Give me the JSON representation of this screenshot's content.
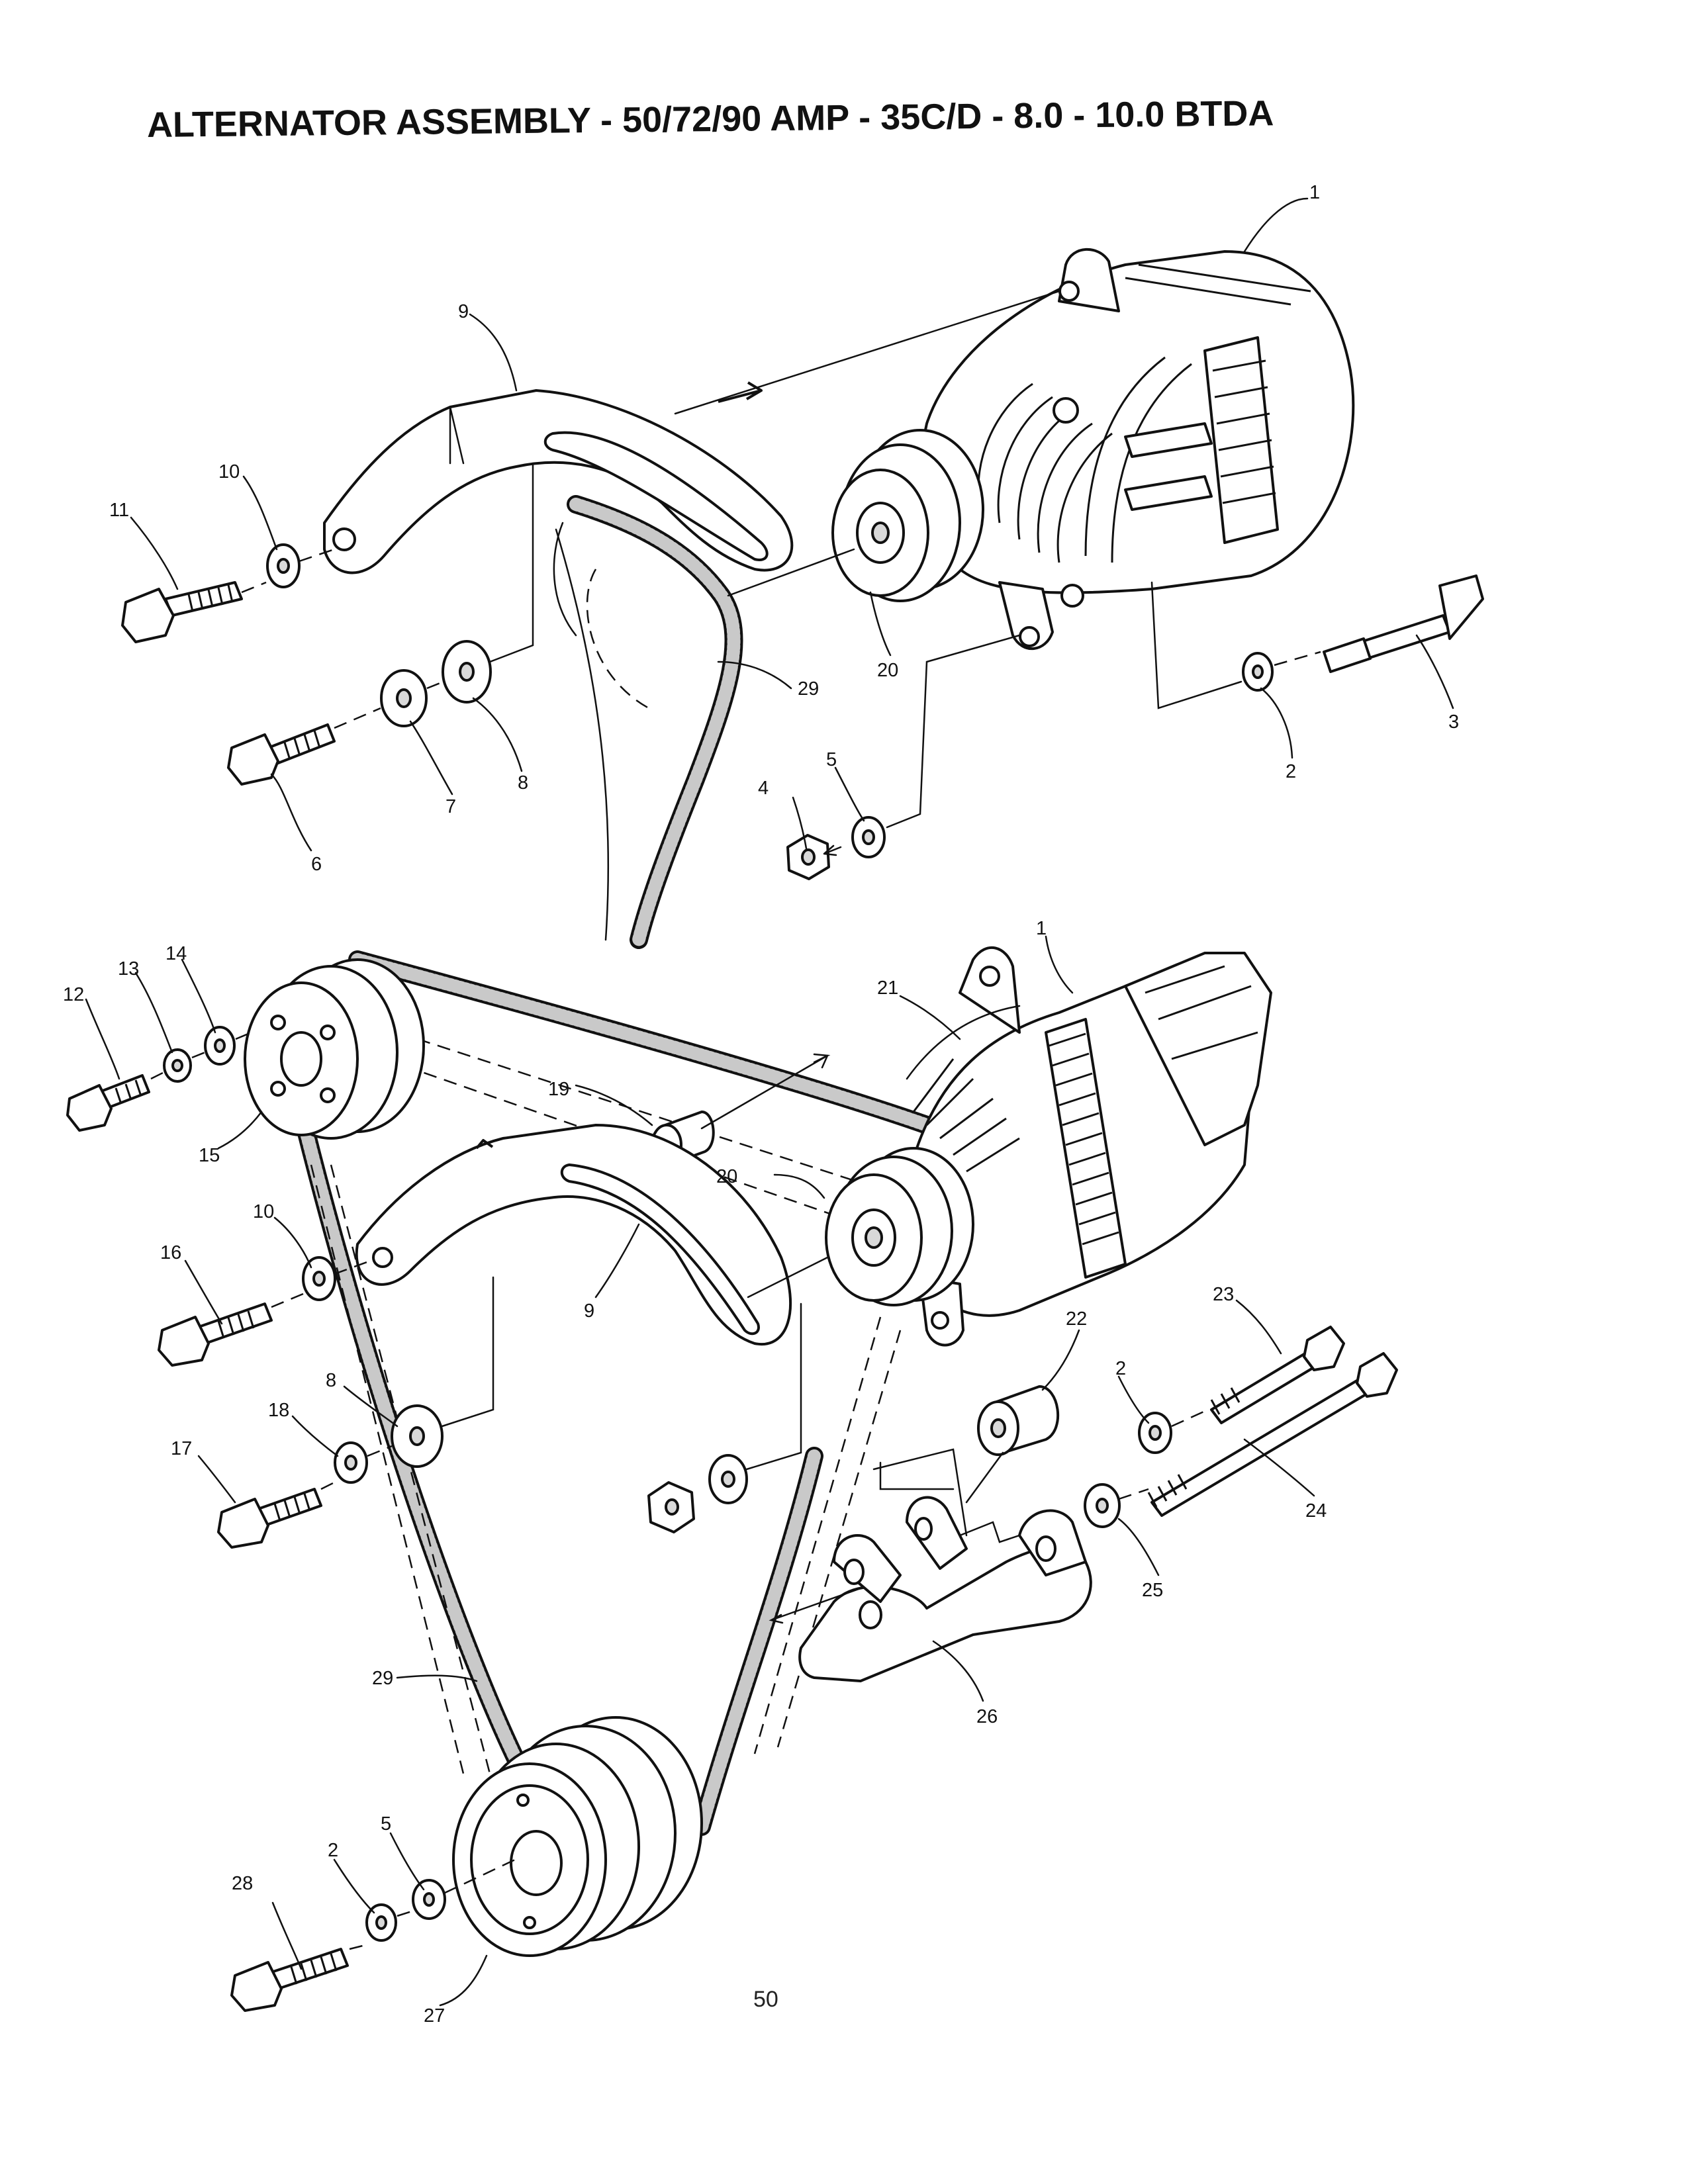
{
  "title": "ALTERNATOR ASSEMBLY - 50/72/90 AMP - 35C/D - 8.0 - 10.0 BTDA",
  "page_number": "50",
  "callouts": [
    {
      "id": "top-alternator",
      "text": "1"
    },
    {
      "id": "top-washer-2",
      "text": "2"
    },
    {
      "id": "top-bolt-3",
      "text": "3"
    },
    {
      "id": "top-nut-4",
      "text": "4"
    },
    {
      "id": "top-washer-5",
      "text": "5"
    },
    {
      "id": "top-bolt-6",
      "text": "6"
    },
    {
      "id": "top-washer-7",
      "text": "7"
    },
    {
      "id": "top-washer-8",
      "text": "8"
    },
    {
      "id": "top-bracket-9",
      "text": "9"
    },
    {
      "id": "top-washer-10",
      "text": "10"
    },
    {
      "id": "top-bolt-11",
      "text": "11"
    },
    {
      "id": "top-pulley-20",
      "text": "20"
    },
    {
      "id": "top-belt-29",
      "text": "29"
    },
    {
      "id": "bot-alternator",
      "text": "1"
    },
    {
      "id": "bot-bolt-12",
      "text": "12"
    },
    {
      "id": "bot-washer-13",
      "text": "13"
    },
    {
      "id": "bot-washer-14",
      "text": "14"
    },
    {
      "id": "bot-pulley-15",
      "text": "15"
    },
    {
      "id": "bot-spacer-19",
      "text": "19"
    },
    {
      "id": "bot-pulley-20",
      "text": "20"
    },
    {
      "id": "bot-callout-21",
      "text": "21"
    },
    {
      "id": "bot-washer-10",
      "text": "10"
    },
    {
      "id": "bot-bolt-16",
      "text": "16"
    },
    {
      "id": "bot-bracket-9",
      "text": "9"
    },
    {
      "id": "bot-washer-8",
      "text": "8"
    },
    {
      "id": "bot-washer-18",
      "text": "18"
    },
    {
      "id": "bot-bolt-17",
      "text": "17"
    },
    {
      "id": "bot-spacer-22",
      "text": "22"
    },
    {
      "id": "bot-bolt-23",
      "text": "23"
    },
    {
      "id": "bot-washer-2",
      "text": "2"
    },
    {
      "id": "bot-bolt-24",
      "text": "24"
    },
    {
      "id": "bot-washer-25",
      "text": "25"
    },
    {
      "id": "bot-bracket-26",
      "text": "26"
    },
    {
      "id": "bot-belt-29",
      "text": "29"
    },
    {
      "id": "bot-bolt-28",
      "text": "28"
    },
    {
      "id": "bot-washer-2b",
      "text": "2"
    },
    {
      "id": "bot-washer-5",
      "text": "5"
    },
    {
      "id": "bot-pulley-27",
      "text": "27"
    }
  ]
}
